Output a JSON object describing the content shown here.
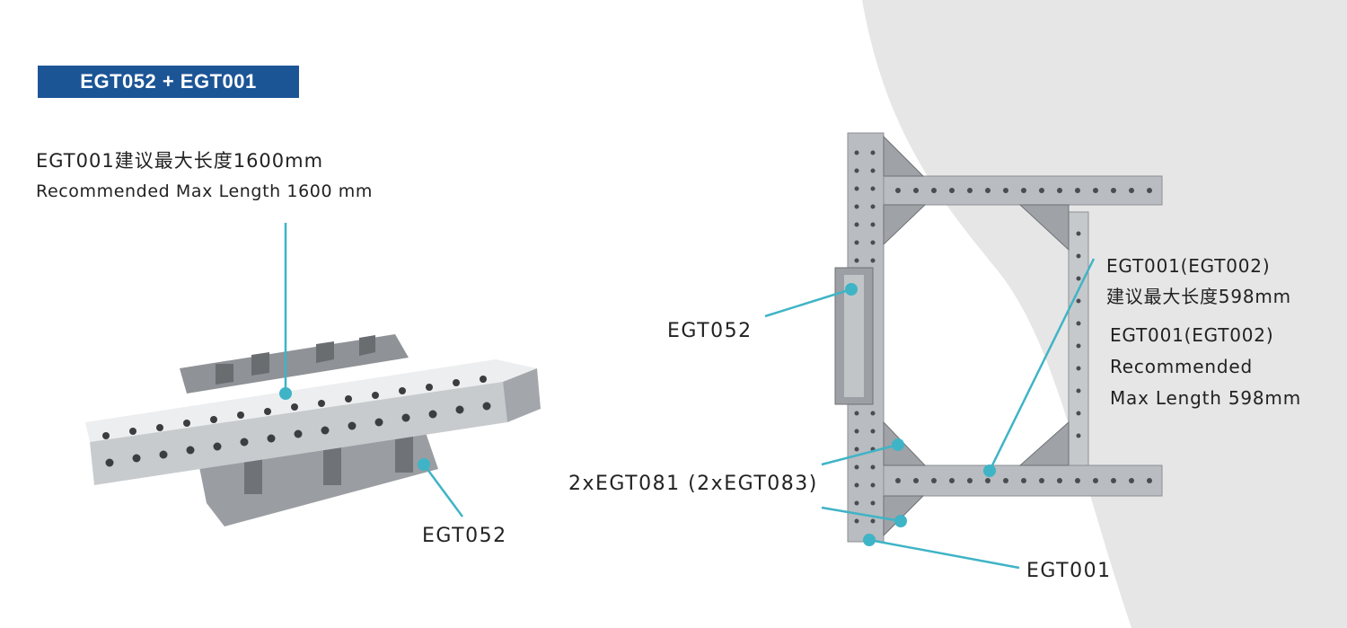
{
  "header": {
    "badge": "EGT052 + EGT001"
  },
  "left": {
    "length_cn": "EGT001建议最大长度1600mm",
    "length_en": "Recommended Max Length 1600 mm",
    "part_label": "EGT052"
  },
  "right": {
    "egt052_label": "EGT052",
    "note_cn_line1": "EGT001(EGT002)",
    "note_cn_line2": "建议最大长度598mm",
    "note_en_line1": "EGT001(EGT002)",
    "note_en_line2": "Recommended",
    "note_en_line3": "Max Length 598mm",
    "clamp_label": "2xEGT081 (2xEGT083)",
    "egt001_label": "EGT001"
  },
  "colors": {
    "accent": "#1c5596",
    "callout": "#3fb4c6",
    "steel": "#b9bcc0",
    "backdrop": "#e6e6e6"
  }
}
